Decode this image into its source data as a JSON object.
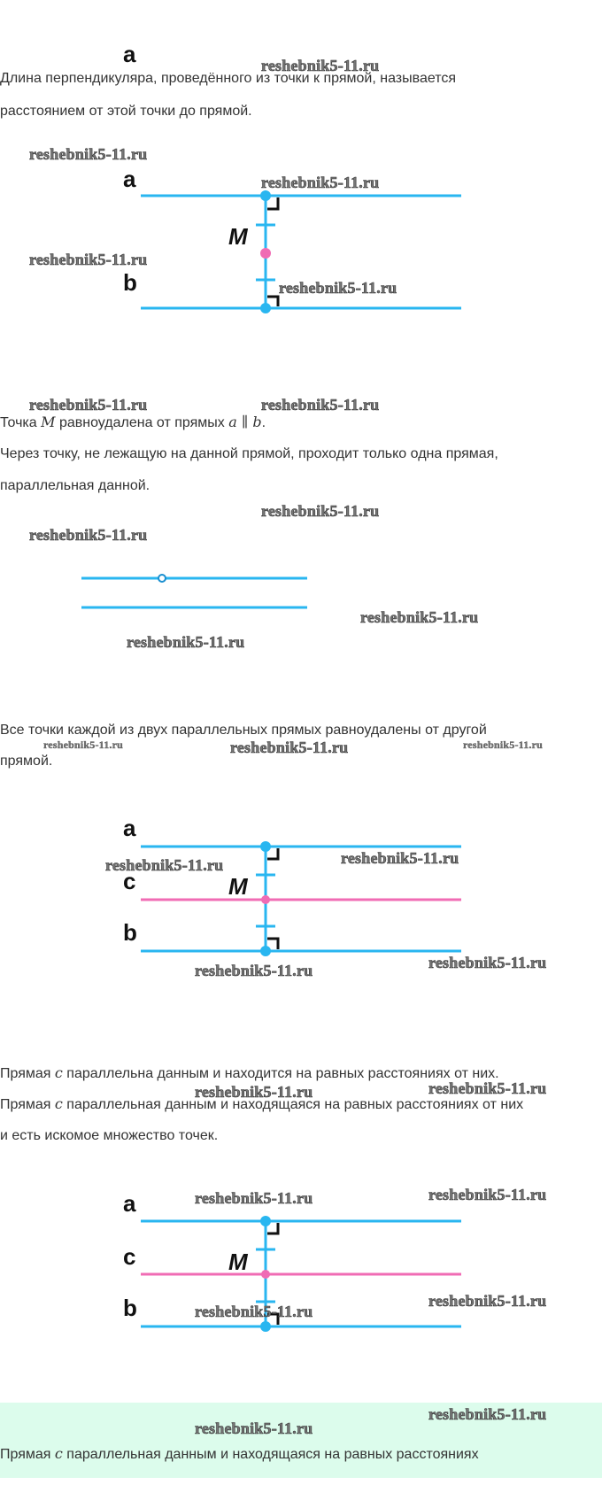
{
  "watermark": "reshebnik5-11.ru",
  "colors": {
    "line": "#29b6f0",
    "accent": "#f06cb4",
    "highlight_bg": "#dcfcec"
  },
  "labels": {
    "a": "a",
    "b": "b",
    "c": "c",
    "M": "M"
  },
  "paragraphs": {
    "p1_line1": "Длина перпендикуляра, проведённого из точки к прямой, называется",
    "p1_line2": "расстоянием от этой точки до прямой.",
    "p2_pre": "Точка ",
    "p2_M": "M",
    "p2_mid": " равноудалена от прямых ",
    "p2_expr": "a ∥ b",
    "p2_end": ".",
    "p3_line1": "Через точку, не лежащую на данной прямой, проходит только одна прямая,",
    "p3_line2": "параллельная данной.",
    "p4_line1": "Все точки каждой из двух параллельных прямых равноудалены от другой",
    "p4_line2": "прямой.",
    "p5_pre": "Прямая ",
    "p5_c": "c",
    "p5_post": " параллельна данным и находится на равных расстояниях от них.",
    "p6_pre": "Прямая ",
    "p6_c": "c",
    "p6_post": " параллельная данным и находящаяся на равных расстояниях от них",
    "p6_line2": "и есть искомое множество точек.",
    "p7_pre": "Прямая ",
    "p7_c": "c",
    "p7_post": " параллельная данным и находящаяся на равных расстояниях"
  }
}
